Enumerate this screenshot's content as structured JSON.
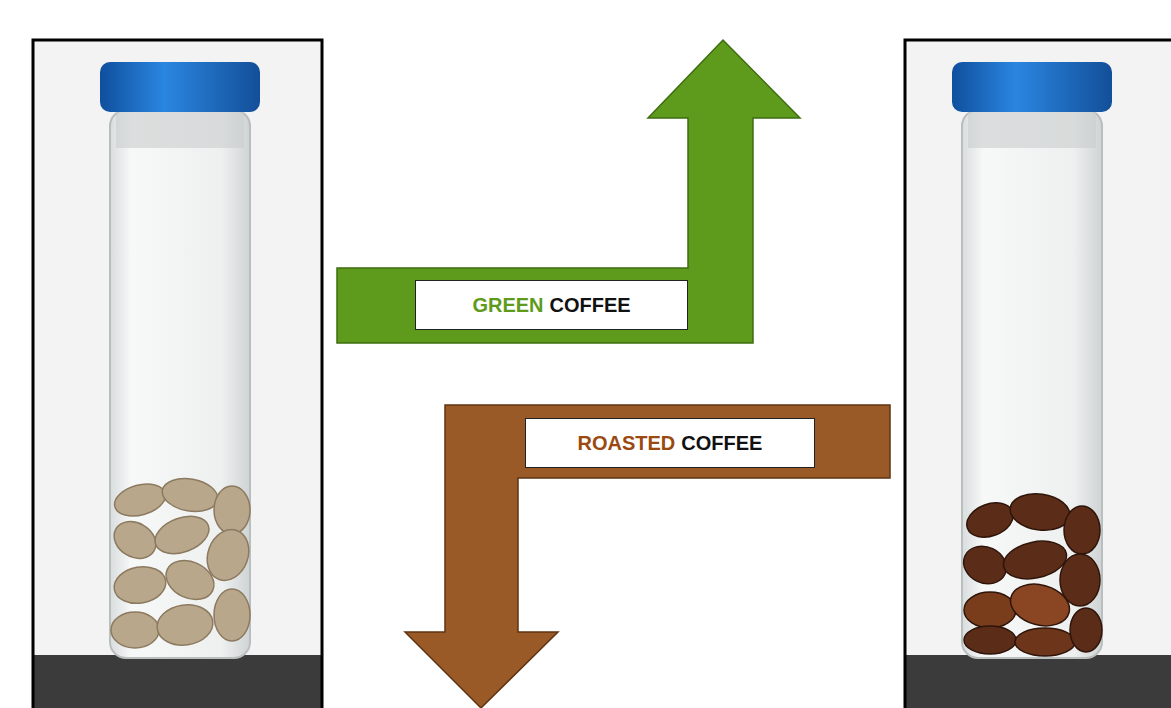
{
  "diagram": {
    "nodes": [
      {
        "text": [
          "GREEN",
          "COFFEE"
        ]
      },
      {
        "text": [
          "ROASTED",
          "COFFEE"
        ]
      }
    ]
  }
}
